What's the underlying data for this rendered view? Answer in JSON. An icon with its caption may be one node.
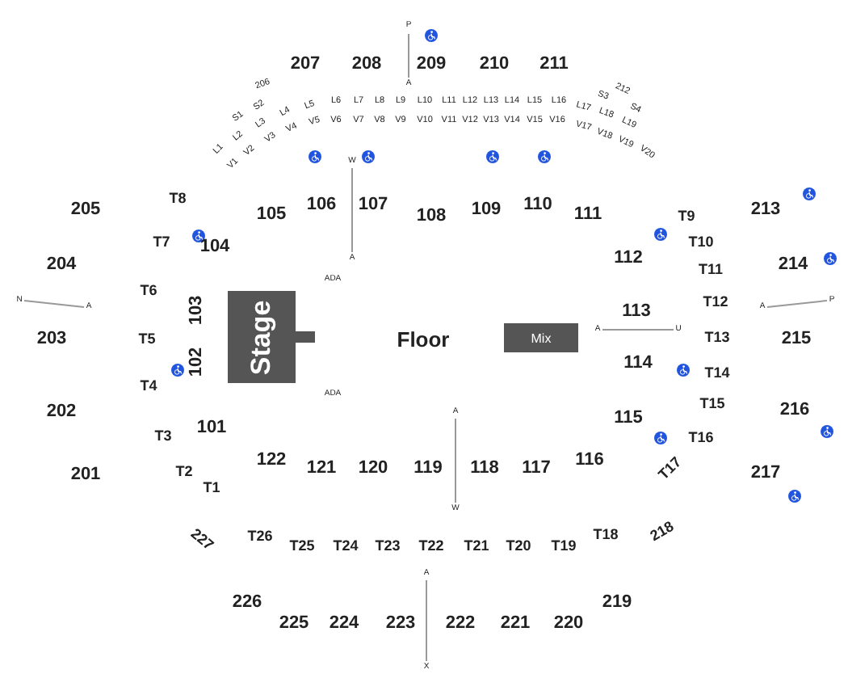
{
  "diagram": {
    "nodes": [
      {
        "text": [
          "Stage"
        ]
      },
      {
        "text": [
          "Mix"
        ]
      }
    ],
    "labels": [
      "P",
      "207",
      "208",
      "209",
      "210",
      "211",
      "A",
      "206",
      "S1",
      "S2",
      "L1",
      "L2",
      "L3",
      "L4",
      "L5",
      "L6",
      "L7",
      "L8",
      "L9",
      "L10",
      "L11",
      "L12",
      "L13",
      "L14",
      "L15",
      "L16",
      "L17",
      "L18",
      "L19",
      "S3",
      "212",
      "S4",
      "V1",
      "V2",
      "V3",
      "V4",
      "V5",
      "V6",
      "V7",
      "V8",
      "V9",
      "V10",
      "V11",
      "V12",
      "V13",
      "V14",
      "V15",
      "V16",
      "V17",
      "V18",
      "V19",
      "V20",
      "W",
      "205",
      "T8",
      "105",
      "106",
      "107",
      "108",
      "109",
      "110",
      "111",
      "T9",
      "213",
      "T7",
      "104",
      "T10",
      "204",
      "112",
      "T11",
      "214",
      "A",
      "T6",
      "N",
      "A",
      "ADA",
      "103",
      "Floor",
      "113",
      "T12",
      "A",
      "U",
      "A",
      "P",
      "203",
      "T5",
      "T13",
      "215",
      "102",
      "T4",
      "ADA",
      "114",
      "T14",
      "202",
      "T15",
      "216",
      "A",
      "101",
      "T3",
      "115",
      "T16",
      "201",
      "T2",
      "122",
      "121",
      "120",
      "119",
      "118",
      "117",
      "116",
      "T17",
      "217",
      "T1",
      "W",
      "227",
      "T26",
      "T25",
      "T24",
      "T23",
      "T22",
      "T21",
      "T20",
      "T19",
      "T18",
      "218",
      "A",
      "226",
      "219",
      "225",
      "224",
      "223",
      "222",
      "221",
      "220",
      "X"
    ]
  }
}
